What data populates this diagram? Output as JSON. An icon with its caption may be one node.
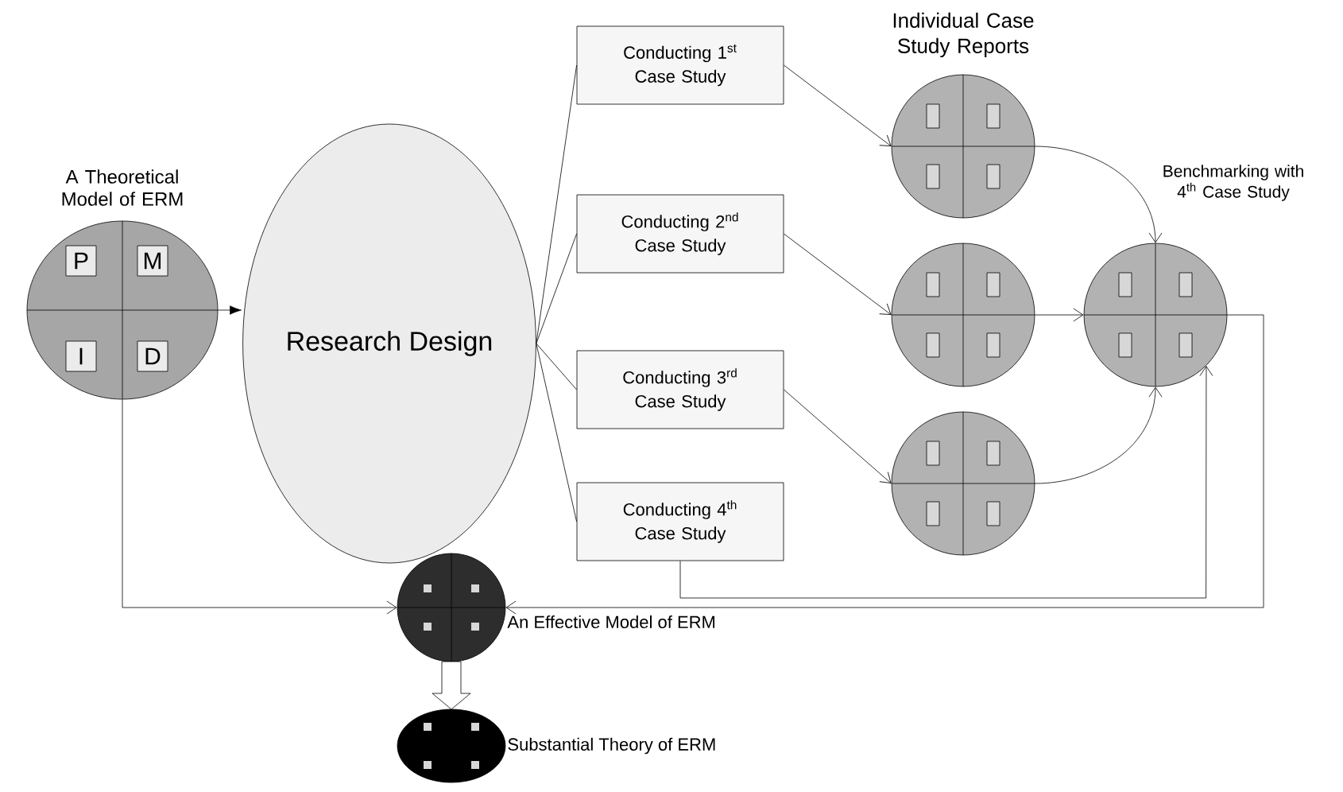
{
  "diagram": {
    "nodes": [
      {
        "text": [
          "A Theoretical Model of ERM"
        ]
      },
      {
        "text": [
          "P"
        ],
        "in": 0
      },
      {
        "text": [
          "M"
        ],
        "in": 0
      },
      {
        "text": [
          "I"
        ],
        "in": 0
      },
      {
        "text": [
          "D"
        ],
        "in": 0
      },
      {
        "text": [
          "Research Design"
        ]
      },
      {
        "text": [
          "Conducting 1$^{st}$ Case Study"
        ]
      },
      {
        "text": [
          "Conducting 2$^{nd}$ Case Study"
        ]
      },
      {
        "text": [
          "Conducting 3$^{rd}$ Case Study"
        ]
      },
      {
        "text": [
          "Conducting 4$^{th}$ Case Study"
        ]
      },
      {
        "text": [],
        "shape": "circle"
      },
      {
        "text": [],
        "shape": "circle"
      },
      {
        "text": [],
        "shape": "circle"
      },
      {
        "text": [
          "Benchmarking with 4$^{th}$ Case Study"
        ]
      },
      {
        "text": [],
        "shape": "circle",
        "beside": [
          "An Effective Model of ERM"
        ]
      },
      {
        "text": [],
        "shape": "circle",
        "beside": [
          "Substantial Theory of ERM"
        ]
      }
    ],
    "edges": [
      {
        "from": 0,
        "to": 5,
        "arrow": "to"
      },
      {
        "from": 5,
        "to": 6,
        "arrow": "none"
      },
      {
        "from": 5,
        "to": 7,
        "arrow": "none"
      },
      {
        "from": 5,
        "to": 8,
        "arrow": "none"
      },
      {
        "from": 5,
        "to": 9,
        "arrow": "none"
      },
      {
        "from": 6,
        "to": 10,
        "arrow": "to"
      },
      {
        "from": 7,
        "to": 11,
        "arrow": "to"
      },
      {
        "from": 8,
        "to": 12,
        "arrow": "to"
      },
      {
        "from": 10,
        "to": 13,
        "arrow": "to"
      },
      {
        "from": 11,
        "to": 13,
        "arrow": "to"
      },
      {
        "from": 12,
        "to": 13,
        "arrow": "to"
      },
      {
        "from": 9,
        "to": 13,
        "arrow": "to"
      },
      {
        "from": 0,
        "to": 14,
        "arrow": "to"
      },
      {
        "from": 13,
        "to": 14,
        "arrow": "to"
      },
      {
        "from": 14,
        "to": 15,
        "arrow": "to"
      }
    ],
    "labels": [
      "Individual Case Study Reports"
    ]
  }
}
